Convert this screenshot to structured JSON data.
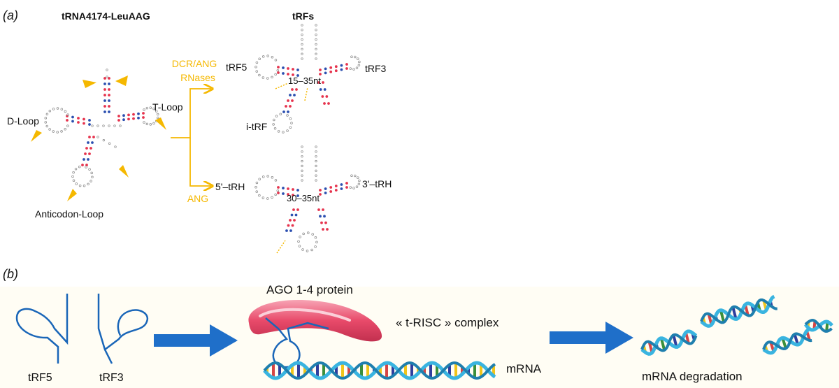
{
  "panel_a": {
    "label": "(a)",
    "trna_title": "tRNA4174-LeuAAG",
    "trfs_title": "tRFs",
    "loops": {
      "d_loop": "D-Loop",
      "t_loop": "T-Loop",
      "anticodon_loop": "Anticodon-Loop"
    },
    "enzymes": {
      "dcr_line1": "DCR/ANG",
      "dcr_line2": "RNases",
      "ang": "ANG"
    },
    "trf_labels": {
      "trf5": "tRF5",
      "trf3": "tRF3",
      "itrf": "i-tRF",
      "size_short": "15–35nt"
    },
    "trh_labels": {
      "trh5": "5'–tRH",
      "trh3": "3'–tRH",
      "size_long": "30–35nt"
    }
  },
  "panel_b": {
    "label": "(b)",
    "trf5": "tRF5",
    "trf3": "tRF3",
    "ago": "AGO 1-4 protein",
    "trisc": "« t-RISC »  complex",
    "mrna": "mRNA",
    "degradation": "mRNA degradation"
  },
  "colors": {
    "accent": "#f5b800",
    "strand": "#1a66b8",
    "arrow": "#1f6fc9",
    "protein": "#e84a6a",
    "helix": "#3ab4e0"
  }
}
